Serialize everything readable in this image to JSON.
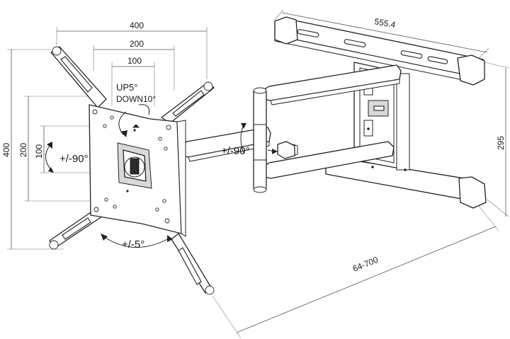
{
  "dimensions": {
    "top_width_400": "400",
    "top_width_200": "200",
    "top_width_100": "100",
    "left_height_400": "400",
    "left_height_200": "200",
    "left_height_100": "100",
    "wall_plate_width": "555.4",
    "wall_plate_height": "295",
    "extension_range": "64-700"
  },
  "annotations": {
    "tilt_up": "UP5°",
    "tilt_down": "DOWN10°",
    "swivel_vesa": "+/-90°",
    "swivel_arm": "+/-90°",
    "level_adjust": "+/-5°"
  },
  "colors": {
    "line": "#222222",
    "dimension": "#555555",
    "background": "#ffffff"
  }
}
